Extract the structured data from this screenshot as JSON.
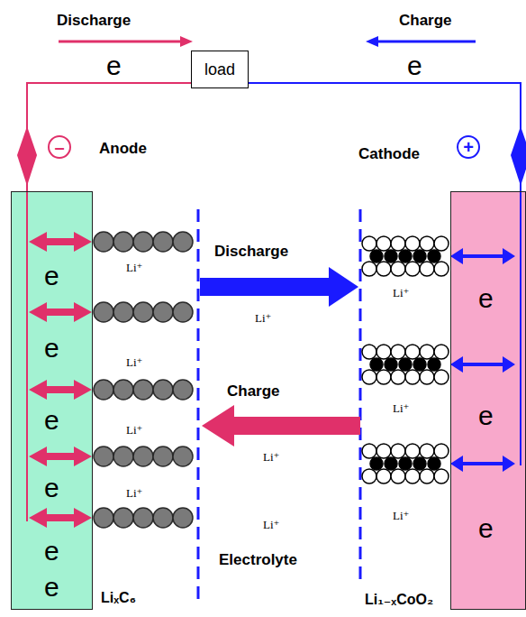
{
  "diagram": {
    "nodes": [
      {
        "text": [
          "e",
          "e",
          "e",
          "e",
          "e",
          "e"
        ]
      },
      {
        "text": [
          "e",
          "e",
          "e"
        ]
      },
      {
        "text": [
          "load"
        ]
      },
      {
        "text": [
          "–"
        ]
      },
      {
        "text": [
          "+"
        ]
      }
    ],
    "edges": [
      {
        "from": 2,
        "to": 0,
        "arrow": "none"
      },
      {
        "from": 2,
        "to": 1,
        "arrow": "none"
      }
    ],
    "labels": [
      "Discharge",
      "Charge",
      "e",
      "e",
      "Anode",
      "Cathode",
      "Discharge",
      "Li⁺",
      "Charge",
      "Li⁺",
      "Li⁺",
      "Electrolyte",
      "LiₓC₆",
      "Li₁₋ₓCoO₂",
      "Li⁺",
      "Li⁺",
      "Li⁺",
      "Li⁺",
      "Li⁺",
      "Li⁺",
      "Li⁺"
    ]
  }
}
